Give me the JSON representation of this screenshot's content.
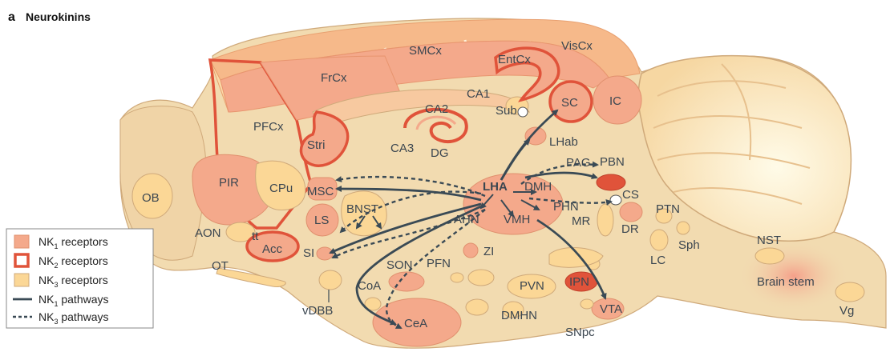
{
  "panel": {
    "letter": "a",
    "title": "Neurokinins"
  },
  "colors": {
    "nk1_fill": "#f2a98f",
    "nk2_stroke": "#e0533a",
    "nk3_fill": "#fbd796",
    "pathway": "#3a4a55",
    "brain_tissue": "#f2dbb0",
    "cortex": "#f7c08f"
  },
  "legend": {
    "nk1_receptors": "NK",
    "nk1_sub": "1",
    "nk1_suffix": " receptors",
    "nk2_receptors": "NK",
    "nk2_sub": "2",
    "nk2_suffix": " receptors",
    "nk3_receptors": "NK",
    "nk3_sub": "3",
    "nk3_suffix": " receptors",
    "nk1_pathways": "NK",
    "nk1p_sub": "1",
    "nk1p_suffix": " pathways",
    "nk3_pathways": "NK",
    "nk3p_sub": "3",
    "nk3p_suffix": " pathways"
  },
  "regions": {
    "VisCx": "VisCx",
    "SMCx": "SMCx",
    "FrCx": "FrCx",
    "EntCx": "EntCx",
    "PFCx": "PFCx",
    "CA1": "CA1",
    "CA2": "CA2",
    "CA3": "CA3",
    "DG": "DG",
    "Sub": "Sub",
    "SC": "SC",
    "IC": "IC",
    "LHab": "LHab",
    "Stri": "Stri",
    "PIR": "PIR",
    "CPu": "CPu",
    "OB": "OB",
    "MSC": "MSC",
    "LS": "LS",
    "BNST": "BNST",
    "LHA": "LHA",
    "DMH": "DMH",
    "PAG": "PAG",
    "PBN": "PBN",
    "CS": "CS",
    "PHN": "PHN",
    "AHN": "AHN",
    "VMH": "VMH",
    "MR": "MR",
    "DR": "DR",
    "PTN": "PTN",
    "Sph": "Sph",
    "LC": "LC",
    "AON": "AON",
    "tt": "tt",
    "Acc": "Acc",
    "OT": "OT",
    "SI": "SI",
    "ZI": "ZI",
    "SON": "SON",
    "PFN": "PFN",
    "CoA": "CoA",
    "vDBB": "vDBB",
    "PVN": "PVN",
    "IPN": "IPN",
    "CeA": "CeA",
    "DMHN": "DMHN",
    "VTA": "VTA",
    "SNpc": "SNpc",
    "NST": "NST",
    "Brain stem": "Brain stem",
    "Vg": "Vg"
  }
}
